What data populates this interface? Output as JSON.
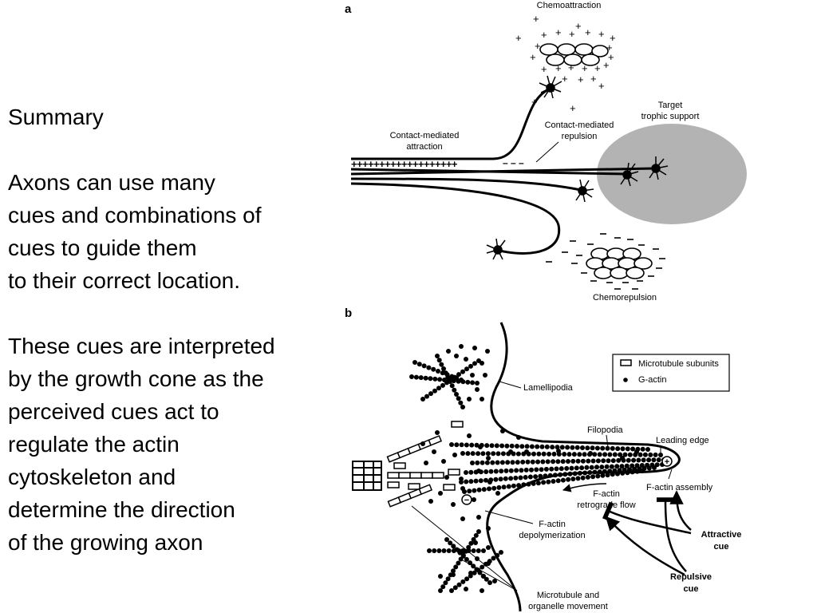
{
  "summary": {
    "heading": "Summary",
    "para1": [
      "Axons can use many",
      "cues and combinations of",
      "cues to guide them",
      "to their correct location."
    ],
    "para2": [
      "These cues are interpreted",
      "by the growth cone as the",
      "perceived cues act to",
      "regulate the actin",
      "cytoskeleton and",
      "determine the direction",
      "of the growing axon"
    ]
  },
  "panel_a": {
    "letter": "a",
    "chemoattraction": "Chemoattraction",
    "target_line1": "Target",
    "target_line2": "trophic support",
    "contact_attraction_line1": "Contact-mediated",
    "contact_attraction_line2": "attraction",
    "contact_repulsion_line1": "Contact-mediated",
    "contact_repulsion_line2": "repulsion",
    "chemorepulsion": "Chemorepulsion",
    "plus_row": "+++++++++++++++++++",
    "minus_row": "– – –"
  },
  "panel_b": {
    "letter": "b",
    "legend_microtubule": "Microtubule subunits",
    "legend_gactin": "G-actin",
    "lamellipodia": "Lamellipodia",
    "filopodia": "Filopodia",
    "leading_edge": "Leading edge",
    "factin_assembly": "F-actin assembly",
    "retrograde_line1": "F-actin",
    "retrograde_line2": "retrograde flow",
    "depoly_line1": "F-actin",
    "depoly_line2": "depolymerization",
    "attractive_line1": "Attractive",
    "attractive_line2": "cue",
    "repulsive_line1": "Repulsive",
    "repulsive_line2": "cue",
    "mt_line1": "Microtubule and",
    "mt_line2": "organelle movement",
    "plus_symbol": "+",
    "minus_symbol": "−"
  }
}
